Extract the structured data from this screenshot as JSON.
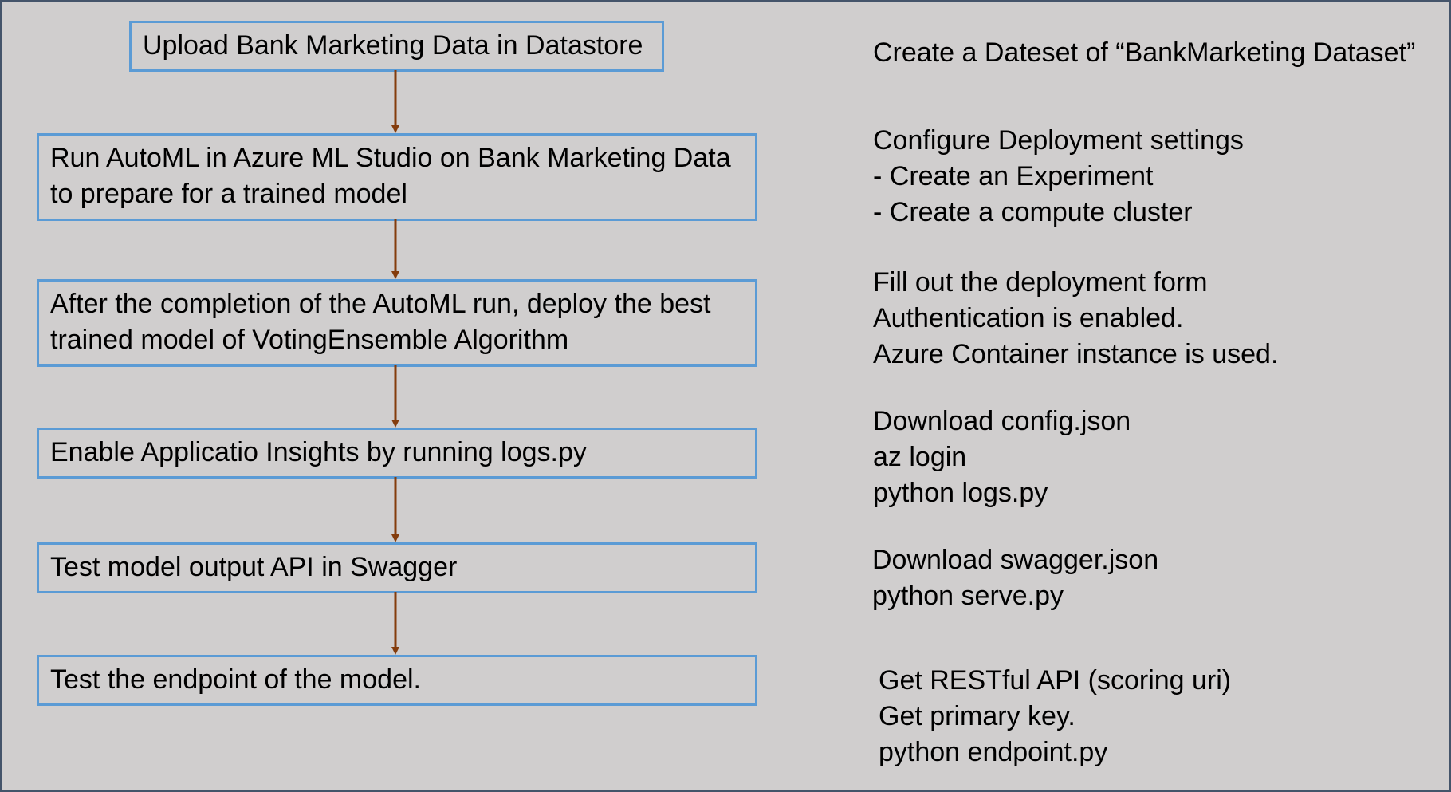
{
  "flow": {
    "steps": [
      {
        "lines": [
          "Upload Bank Marketing Data in Datastore"
        ]
      },
      {
        "lines": [
          "Run AutoML in Azure ML Studio on Bank Marketing Data",
          "to prepare for a trained model"
        ]
      },
      {
        "lines": [
          "After the completion of the AutoML run, deploy the best",
          "trained model of VotingEnsemble Algorithm"
        ]
      },
      {
        "lines": [
          "Enable Applicatio Insights by running logs.py"
        ]
      },
      {
        "lines": [
          "Test model output API in Swagger"
        ]
      },
      {
        "lines": [
          "Test the endpoint of the model."
        ]
      }
    ],
    "notes": [
      {
        "lines": [
          "Create a Dateset of “BankMarketing Dataset”"
        ]
      },
      {
        "lines": [
          "Configure Deployment settings",
          "- Create an Experiment",
          "- Create a compute cluster"
        ]
      },
      {
        "lines": [
          "Fill out the deployment form",
          "Authentication is enabled.",
          "Azure Container instance is used."
        ]
      },
      {
        "lines": [
          "Download config.json",
          "az login",
          "python logs.py"
        ]
      },
      {
        "lines": [
          "Download swagger.json",
          "python serve.py"
        ]
      },
      {
        "lines": [
          "Get RESTful API (scoring uri)",
          "Get primary key.",
          "python endpoint.py"
        ]
      }
    ]
  },
  "colors": {
    "background": "#D0CECE",
    "frame_border": "#44546A",
    "box_border": "#5B9BD5",
    "arrow": "#843C0C",
    "text": "#000000"
  }
}
